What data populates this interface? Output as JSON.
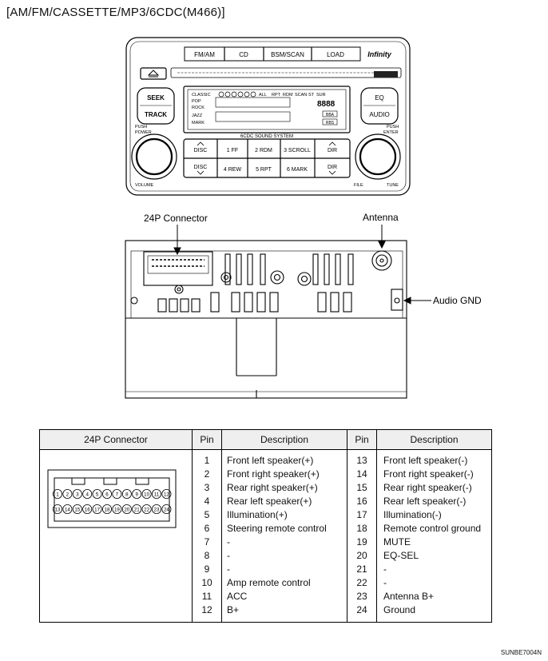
{
  "title": "[AM/FM/CASSETTE/MP3/6CDC(M466)]",
  "radio": {
    "top_buttons": [
      "FM/AM",
      "CD",
      "BSM/SCAN",
      "LOAD"
    ],
    "brand": "Infinity",
    "left_buttons": [
      "SEEK",
      "TRACK"
    ],
    "right_buttons": [
      "EQ",
      "AUDIO"
    ],
    "knob_left_top": [
      "PUSH",
      "POWER"
    ],
    "knob_left_bottom": "VOLUME",
    "knob_right_top": [
      "PUSH",
      "ENTER"
    ],
    "knob_right_bottom_left": "FILE",
    "knob_right_bottom_right": "TUNE",
    "display_modes": [
      "CLASSIC",
      "POP",
      "ROCK",
      "JAZZ",
      "MARK"
    ],
    "display_status": [
      "ALL",
      "RPT",
      "RDM",
      "SCAN",
      "ST",
      "SUR"
    ],
    "display_bottom": "6CDC SOUND SYSTEM",
    "display_badges": [
      "BBA",
      "RBS"
    ],
    "preset_row1": [
      "DISC",
      "1 FF",
      "2 RDM",
      "3 SCROLL",
      "DIR"
    ],
    "preset_row2": [
      "DISC",
      "4 REW",
      "5 RPT",
      "6 MARK",
      "DIR"
    ]
  },
  "back_labels": {
    "connector": "24P Connector",
    "antenna": "Antenna",
    "audio_gnd": "Audio GND"
  },
  "table": {
    "headers": [
      "24P Connector",
      "Pin",
      "Description",
      "Pin",
      "Description"
    ],
    "rows": [
      {
        "pin_a": "1",
        "desc_a": "Front left speaker(+)",
        "pin_b": "13",
        "desc_b": "Front left speaker(-)"
      },
      {
        "pin_a": "2",
        "desc_a": "Front right speaker(+)",
        "pin_b": "14",
        "desc_b": "Front right speaker(-)"
      },
      {
        "pin_a": "3",
        "desc_a": "Rear right speaker(+)",
        "pin_b": "15",
        "desc_b": "Rear right speaker(-)"
      },
      {
        "pin_a": "4",
        "desc_a": "Rear left speaker(+)",
        "pin_b": "16",
        "desc_b": "Rear left speaker(-)"
      },
      {
        "pin_a": "5",
        "desc_a": "Illumination(+)",
        "pin_b": "17",
        "desc_b": "Illumination(-)"
      },
      {
        "pin_a": "6",
        "desc_a": "Steering remote control",
        "pin_b": "18",
        "desc_b": "Remote control ground"
      },
      {
        "pin_a": "7",
        "desc_a": "-",
        "pin_b": "19",
        "desc_b": "MUTE"
      },
      {
        "pin_a": "8",
        "desc_a": "-",
        "pin_b": "20",
        "desc_b": "EQ-SEL"
      },
      {
        "pin_a": "9",
        "desc_a": "-",
        "pin_b": "21",
        "desc_b": "-"
      },
      {
        "pin_a": "10",
        "desc_a": "Amp remote control",
        "pin_b": "22",
        "desc_b": "-"
      },
      {
        "pin_a": "11",
        "desc_a": "ACC",
        "pin_b": "23",
        "desc_b": "Antenna B+"
      },
      {
        "pin_a": "12",
        "desc_a": "B+",
        "pin_b": "24",
        "desc_b": "Ground"
      }
    ],
    "connector_pins_top": [
      "1",
      "2",
      "3",
      "4",
      "5",
      "6",
      "7",
      "8",
      "9",
      "10",
      "11",
      "12"
    ],
    "connector_pins_bottom": [
      "13",
      "14",
      "15",
      "16",
      "17",
      "18",
      "19",
      "20",
      "21",
      "22",
      "23",
      "24"
    ]
  },
  "code": "SUNBE7004N"
}
